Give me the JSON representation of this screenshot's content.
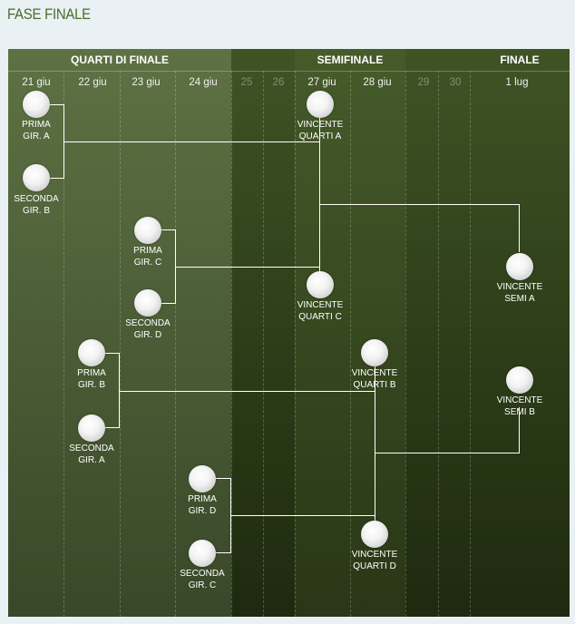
{
  "page": {
    "title": "FASE FINALE"
  },
  "phases": {
    "quarters": "QUARTI DI FINALE",
    "semis": "SEMIFINALE",
    "final": "FINALE"
  },
  "dates": [
    "21 giu",
    "22 giu",
    "23 giu",
    "24 giu",
    "25",
    "26",
    "27 giu",
    "28 giu",
    "29",
    "30",
    "1 lug"
  ],
  "teams": {
    "prima_gir_a": [
      "PRIMA",
      "GIR. A"
    ],
    "seconda_gir_b": [
      "SECONDA",
      "GIR. B"
    ],
    "prima_gir_c": [
      "PRIMA",
      "GIR. C"
    ],
    "seconda_gir_d": [
      "SECONDA",
      "GIR. D"
    ],
    "prima_gir_b": [
      "PRIMA",
      "GIR. B"
    ],
    "seconda_gir_a": [
      "SECONDA",
      "GIR. A"
    ],
    "prima_gir_d": [
      "PRIMA",
      "GIR. D"
    ],
    "seconda_gir_c": [
      "SECONDA",
      "GIR. C"
    ],
    "vincente_quarti_a": [
      "VINCENTE",
      "QUARTI A"
    ],
    "vincente_quarti_c": [
      "VINCENTE",
      "QUARTI C"
    ],
    "vincente_quarti_b": [
      "VINCENTE",
      "QUARTI B"
    ],
    "vincente_quarti_d": [
      "VINCENTE",
      "QUARTI D"
    ],
    "vincente_semi_a": [
      "VINCENTE",
      "SEMI A"
    ],
    "vincente_semi_b": [
      "VINCENTE",
      "SEMI B"
    ]
  },
  "colors": {
    "title": "#4a6a2a",
    "board_dark": "#1e2a0f",
    "board_light": "#6b8050",
    "line": "#ffffff"
  }
}
